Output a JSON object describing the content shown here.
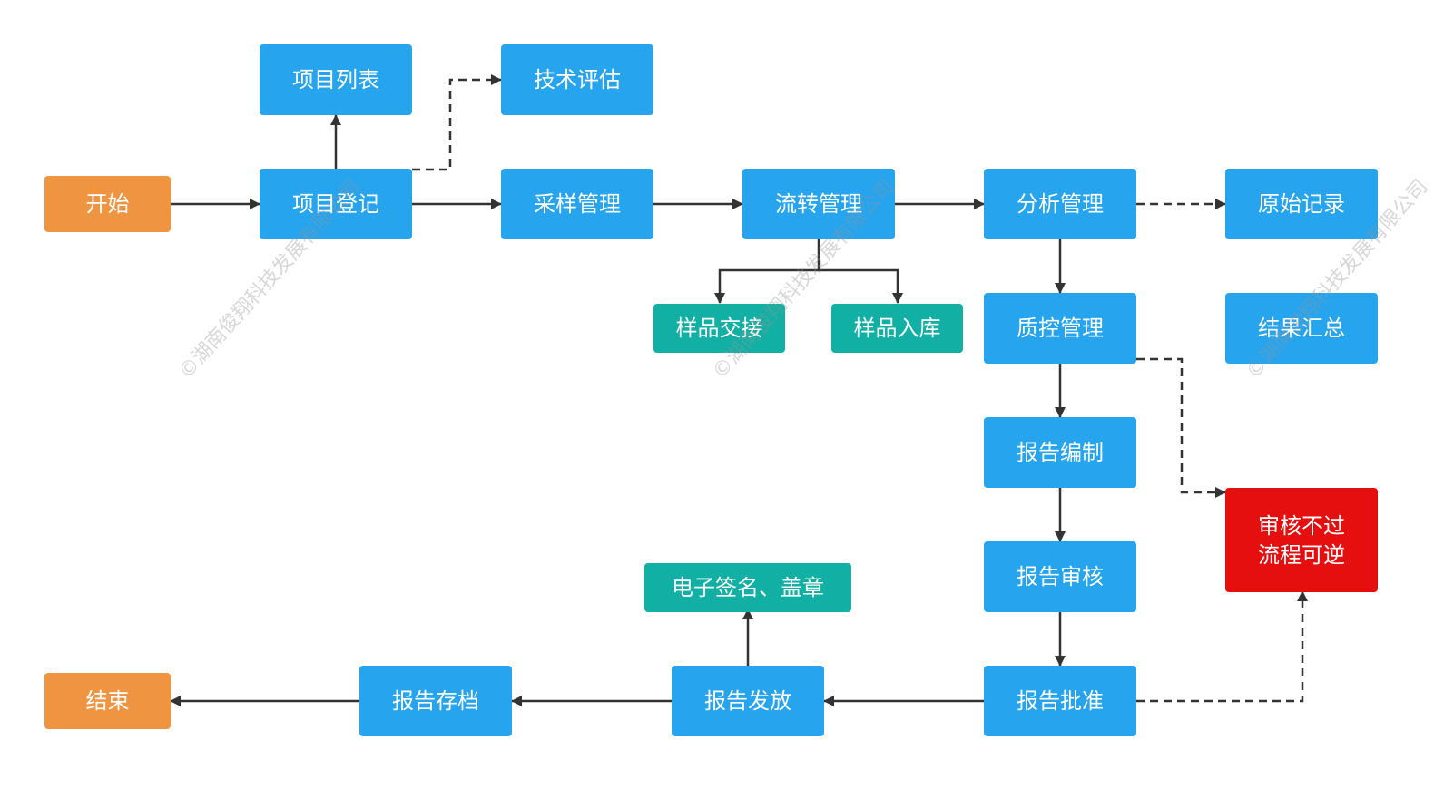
{
  "nodes": {
    "start": "开始",
    "project_list": "项目列表",
    "tech_eval": "技术评估",
    "project_register": "项目登记",
    "sampling_mgmt": "采样管理",
    "circulation_mgmt": "流转管理",
    "analysis_mgmt": "分析管理",
    "raw_record": "原始记录",
    "sample_handover": "样品交接",
    "sample_storage": "样品入库",
    "qc_mgmt": "质控管理",
    "result_summary": "结果汇总",
    "report_compile": "报告编制",
    "report_review": "报告审核",
    "review_fail": "审核不过\n流程可逆",
    "e_sign": "电子签名、盖章",
    "report_approve": "报告批准",
    "report_issue": "报告发放",
    "report_archive": "报告存档",
    "end": "结束"
  },
  "watermark": "©湖南俊翔科技发展有限公司",
  "colors": {
    "step": "#27a4ee",
    "terminal": "#ef9541",
    "sub_step": "#12b0a4",
    "warning": "#e60f0f",
    "connector": "#333333"
  }
}
